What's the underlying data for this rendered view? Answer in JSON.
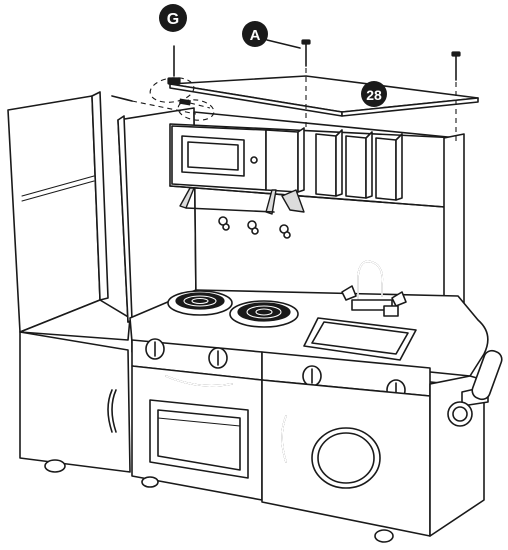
{
  "callouts": {
    "g": "G",
    "a": "A",
    "part_28": "28"
  }
}
